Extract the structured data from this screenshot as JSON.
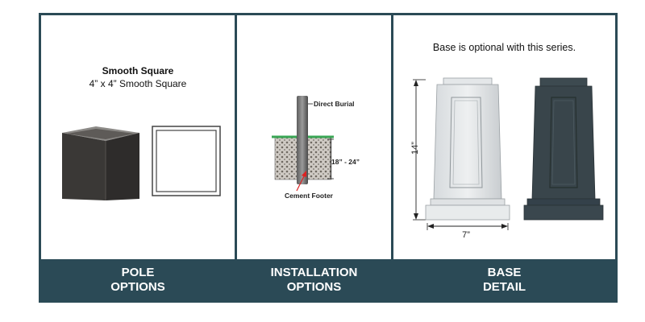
{
  "pole": {
    "title": "Smooth Square",
    "subtitle": "4” x 4” Smooth Square"
  },
  "installation": {
    "direct_burial": "Direct Burial",
    "depth": "18” - 24”",
    "footer_label": "Cement Footer"
  },
  "base": {
    "note": "Base is optional with this series.",
    "height": "14”",
    "width": "7”"
  },
  "footer": {
    "pole": "POLE\nOPTIONS",
    "installation": "INSTALLATION\nOPTIONS",
    "base": "BASE\nDETAIL"
  },
  "colors": {
    "band": "#2b4a56",
    "pole_dark": "#3a3836",
    "base_dark": "#39454b",
    "ground_green": "#3aa655"
  }
}
